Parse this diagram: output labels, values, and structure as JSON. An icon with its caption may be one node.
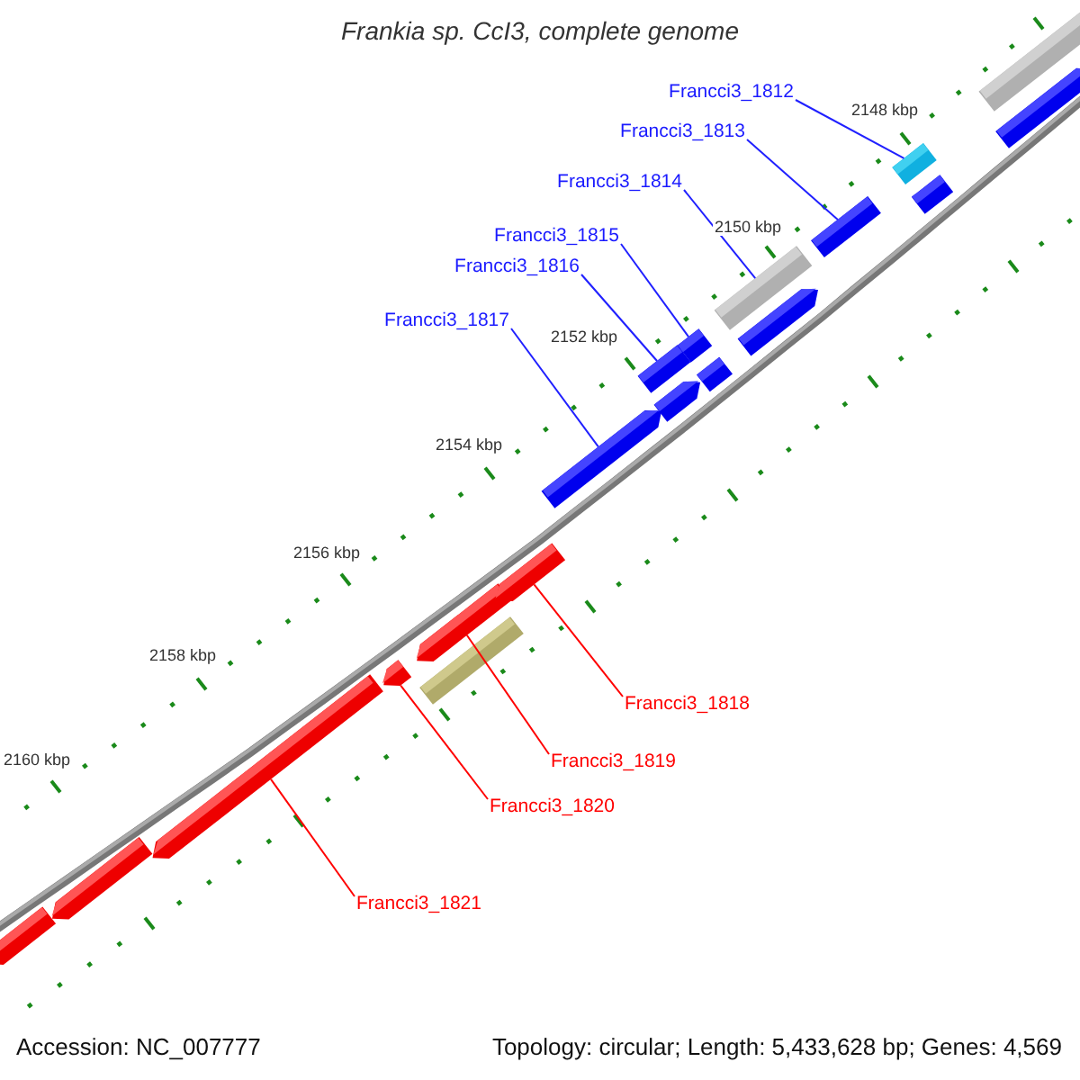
{
  "diagram": {
    "title": "Frankia sp. CcI3, complete genome",
    "nodes": [
      {
        "text": [
          "Francci3_1812"
        ]
      },
      {
        "text": [
          "Francci3_1813"
        ]
      },
      {
        "text": [
          "Francci3_1814"
        ]
      },
      {
        "text": [
          "Francci3_1815"
        ]
      },
      {
        "text": [
          "Francci3_1816"
        ]
      },
      {
        "text": [
          "Francci3_1817"
        ]
      },
      {
        "text": [
          "Francci3_1818"
        ]
      },
      {
        "text": [
          "Francci3_1819"
        ]
      },
      {
        "text": [
          "Francci3_1820"
        ]
      },
      {
        "text": [
          "Francci3_1821"
        ]
      },
      {
        "text": [],
        "shape": "arrow"
      },
      {
        "text": [],
        "shape": "arrow"
      },
      {
        "text": [],
        "shape": "arrow"
      },
      {
        "text": [],
        "shape": "arrow"
      },
      {
        "text": [],
        "shape": "arrow"
      },
      {
        "text": [],
        "shape": "bar"
      },
      {
        "text": [],
        "shape": "arrow"
      },
      {
        "text": [],
        "shape": "arrow"
      },
      {
        "text": [],
        "shape": "bar"
      },
      {
        "text": [],
        "shape": "arrow"
      },
      {
        "text": [],
        "shape": "arrow"
      },
      {
        "text": [],
        "shape": "bar"
      },
      {
        "text": [],
        "shape": "arrow"
      },
      {
        "text": [],
        "shape": "arrow"
      },
      {
        "text": [],
        "shape": "bar"
      },
      {
        "text": [],
        "shape": "arrow"
      },
      {
        "text": [],
        "shape": "bar"
      },
      {
        "text": [],
        "shape": "arrow"
      },
      {
        "text": [],
        "shape": "arrow"
      }
    ],
    "edges": [
      {
        "from": 0,
        "to": 25,
        "arrow": "none"
      },
      {
        "from": 1,
        "to": 24,
        "arrow": "none"
      },
      {
        "from": 2,
        "to": 22,
        "arrow": "none"
      },
      {
        "from": 3,
        "to": 20,
        "arrow": "none"
      },
      {
        "from": 4,
        "to": 18,
        "arrow": "none"
      },
      {
        "from": 5,
        "to": 17,
        "arrow": "none"
      },
      {
        "from": 6,
        "to": 16,
        "arrow": "none",
        "color": "#ff0000"
      },
      {
        "from": 7,
        "to": 14,
        "arrow": "none",
        "color": "#ff0000"
      },
      {
        "from": 8,
        "to": 13,
        "arrow": "none",
        "color": "#ff0000"
      },
      {
        "from": 9,
        "to": 12,
        "arrow": "none",
        "color": "#ff0000"
      }
    ],
    "labels": [
      "2148 kbp",
      "2150 kbp",
      "2152 kbp",
      "2154 kbp",
      "2156 kbp",
      "2158 kbp",
      "2160 kbp",
      "Accession: NC_007777",
      "Topology: circular; Length: 5,433,628 bp; Genes: 4,569"
    ]
  }
}
